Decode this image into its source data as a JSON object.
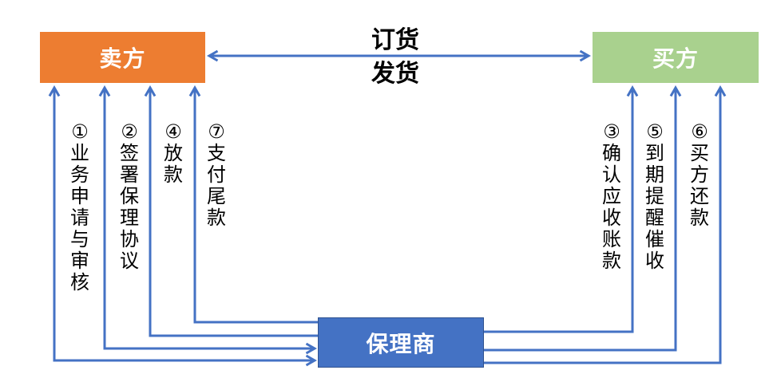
{
  "colors": {
    "seller": "#ED7D31",
    "buyer": "#A9D18E",
    "factor": "#4472C4",
    "arrow": "#4472C4"
  },
  "nodes": {
    "seller": "卖方",
    "buyer": "买方",
    "factor": "保理商"
  },
  "center_labels": {
    "order": "订货",
    "ship": "发货"
  },
  "steps": {
    "s1": "①业务申请与审核",
    "s2": "②签署保理协议",
    "s3": "③确认应收账款",
    "s4": "④放款",
    "s5": "⑤到期提醒催收",
    "s6": "⑥买方还款",
    "s7": "⑦支付尾款"
  }
}
